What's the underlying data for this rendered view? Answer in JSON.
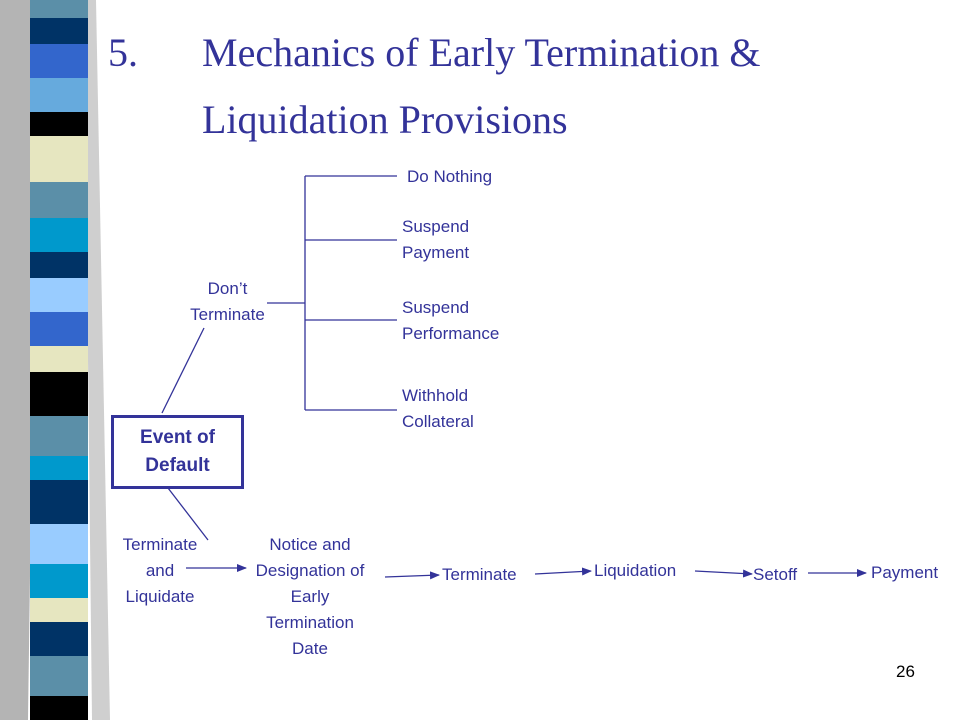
{
  "slide": {
    "title_number": "5.",
    "title_line1": "Mechanics of Early Termination &",
    "title_line2": "Liquidation Provisions",
    "page_number": "26"
  },
  "diagram": {
    "root": {
      "line1": "Event of",
      "line2": "Default"
    },
    "dont_terminate": {
      "line1": "Don’t",
      "line2": "Terminate"
    },
    "options": [
      {
        "line1": "Do Nothing",
        "line2": ""
      },
      {
        "line1": "Suspend",
        "line2": "Payment"
      },
      {
        "line1": "Suspend",
        "line2": "Performance"
      },
      {
        "line1": "Withhold",
        "line2": "Collateral"
      }
    ],
    "terminate_liquidate": {
      "line1": "Terminate",
      "line2": "and",
      "line3": "Liquidate"
    },
    "notice": {
      "line1": "Notice and",
      "line2": "Designation of",
      "line3": "Early",
      "line4": "Termination",
      "line5": "Date"
    },
    "steps": {
      "terminate": "Terminate",
      "liquidation": "Liquidation",
      "setoff": "Setoff",
      "payment": "Payment"
    }
  },
  "colors": {
    "text": "#333399",
    "lines": "#333399",
    "box_border": "#333399"
  }
}
